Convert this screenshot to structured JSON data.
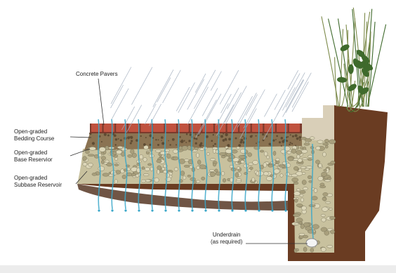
{
  "labels": {
    "pavers": "Concrete Pavers",
    "bedding": [
      "Open-graded",
      "Bedding Course"
    ],
    "base": [
      "Open-graded",
      "Base Reservior"
    ],
    "subbase": [
      "Open-graded",
      "Subbase Reservoir"
    ],
    "underdrain": [
      "Underdrain",
      "(as required)"
    ]
  },
  "colors": {
    "rain": "#a9b4c2",
    "water": "#3aa7c9",
    "paver": "#c0523f",
    "paver_mortar": "#7a3a2c",
    "bedding": "#8b7352",
    "base_stone": "#c8c19e",
    "soil": "#6a3c22",
    "soil_dark": "#4c2a17",
    "concrete": "#d9cfb8",
    "grass": "#7c8a4a",
    "leaf": "#3f6a2c",
    "footer": "#ececec"
  }
}
